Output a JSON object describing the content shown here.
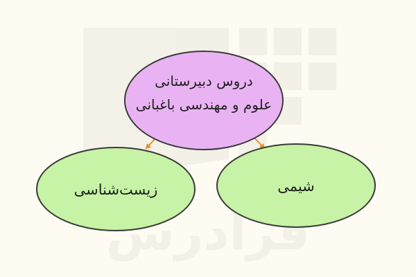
{
  "diagram": {
    "root": {
      "line1": "دروس دبیرستانی",
      "line2": "علوم و مهندسی باغبانی",
      "fill": "#e9b3f3",
      "stroke": "#3a3a3a"
    },
    "children": [
      {
        "label": "زیست‌شناسی",
        "fill": "#c6f3a5",
        "stroke": "#3a3a3a"
      },
      {
        "label": "شیمی",
        "fill": "#c6f3a5",
        "stroke": "#3a3a3a"
      }
    ],
    "edge_color": "#e0902a"
  },
  "watermark": {
    "text": "فرادرس",
    "logo": "faradars-logo"
  }
}
